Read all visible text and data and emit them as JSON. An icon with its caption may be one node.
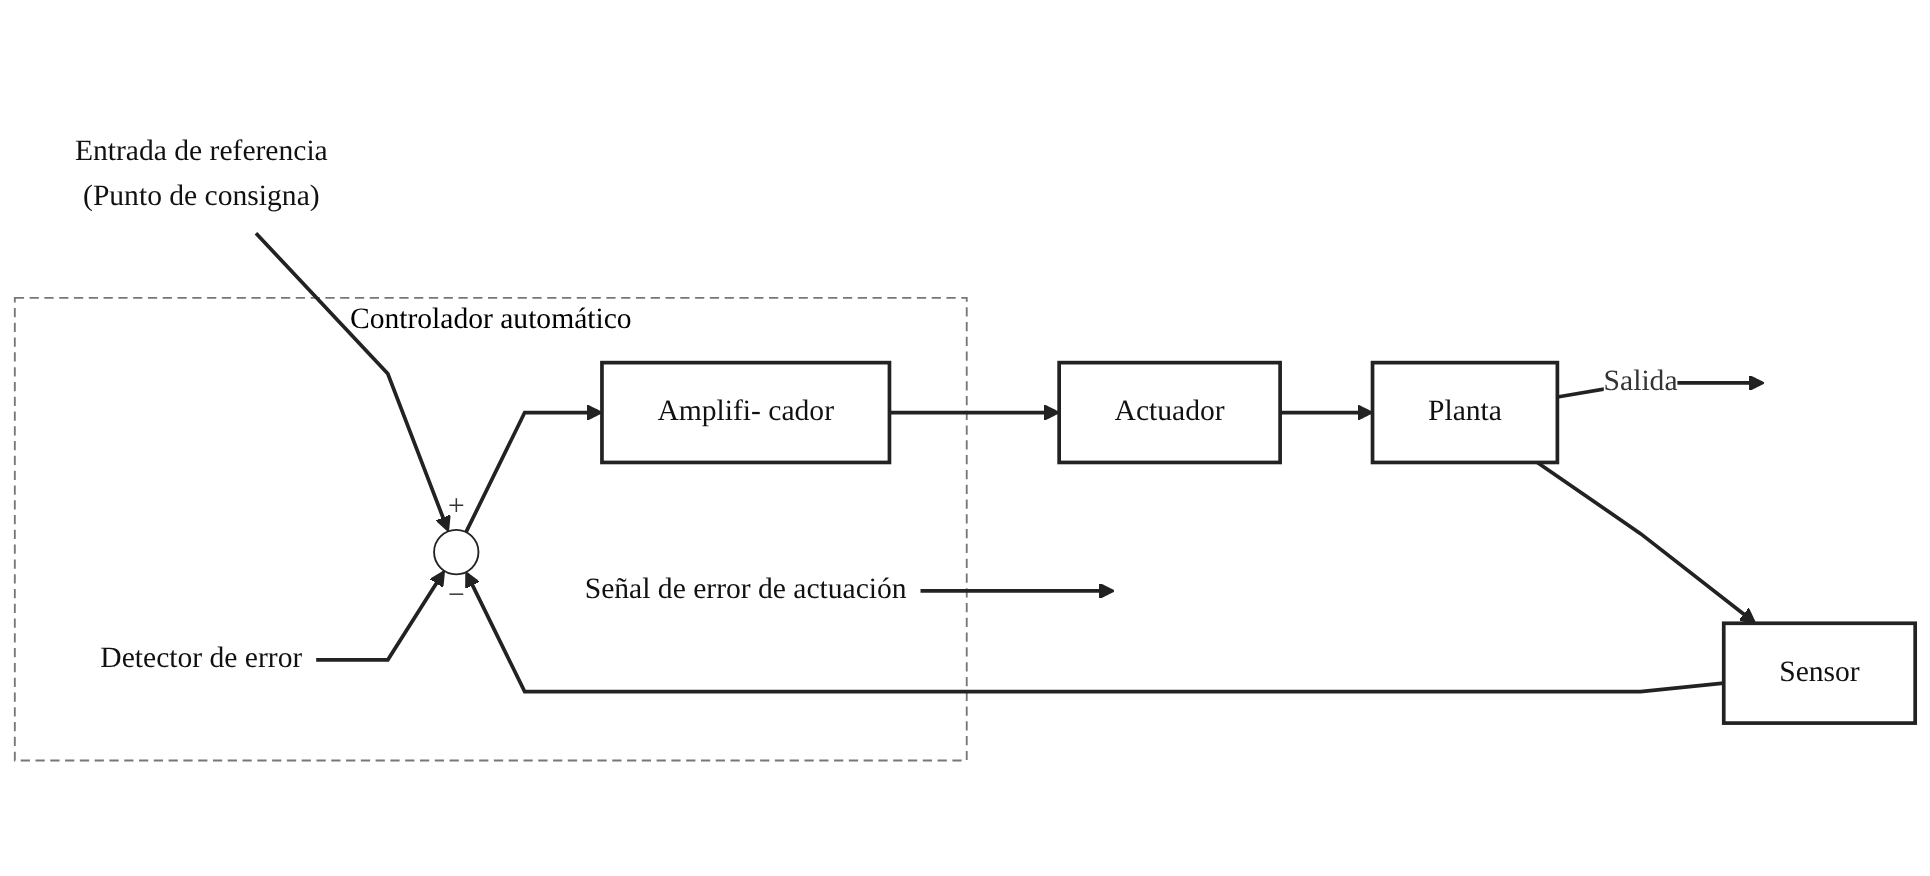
{
  "diagram": {
    "nodes": [
      {
        "text": [
          "Controlador automático"
        ]
      },
      {
        "text": [
          "Detector de error"
        ],
        "in": 0
      },
      {
        "text": [
          "Entrada de referencia",
          "(Punto de consigna)"
        ]
      },
      {
        "text": [
          "+",
          "−"
        ],
        "in": 0
      },
      {
        "text": [
          "Amplifi- cador"
        ],
        "in": 0
      },
      {
        "text": [
          "Señal de error de actuación"
        ],
        "in": 0
      },
      {
        "text": [
          "Actuador"
        ]
      },
      {
        "text": [
          "Planta"
        ]
      },
      {
        "text": [
          "Sensor"
        ]
      }
    ],
    "edges": [
      {
        "from": 2,
        "to": 3,
        "arrow": "to"
      },
      {
        "from": 1,
        "to": 3,
        "arrow": "to"
      },
      {
        "from": 3,
        "to": 4,
        "arrow": "to"
      },
      {
        "from": 5,
        "to": null,
        "arrow": "to"
      },
      {
        "from": 4,
        "to": 6,
        "arrow": "to"
      },
      {
        "from": 6,
        "to": 7,
        "arrow": "to"
      },
      {
        "from": 7,
        "to": null,
        "arrow": "to",
        "label": "Salida"
      },
      {
        "from": 7,
        "to": 8,
        "arrow": "to"
      },
      {
        "from": 8,
        "to": 3,
        "arrow": "to"
      }
    ]
  }
}
